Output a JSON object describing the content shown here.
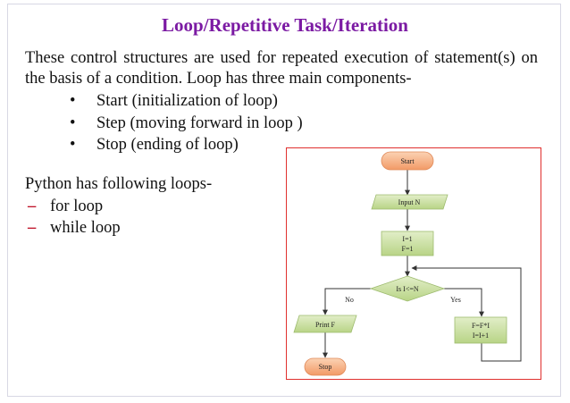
{
  "slide": {
    "title": "Loop/Repetitive Task/Iteration",
    "intro": "These control structures are used for repeated execution of statement(s) on the basis of a condition. Loop has three main components-",
    "components": [
      "Start (initialization of loop)",
      "Step (moving forward in loop )",
      "Stop (ending of loop)"
    ],
    "python_intro": "Python has following loops-",
    "loops": [
      "for loop",
      "while loop"
    ]
  },
  "flowchart": {
    "start": "Start",
    "input": "Input N",
    "init_line1": "I=1",
    "init_line2": "F=1",
    "condition": "Is I<=N",
    "no_label": "No",
    "yes_label": "Yes",
    "print": "Print F",
    "update_line1": "F=F*I",
    "update_line2": "I=I+1",
    "stop": "Stop"
  },
  "colors": {
    "title": "#7b1aa3",
    "dash": "#c0142a",
    "flow_border": "#e0302e",
    "terminal_fill": "#f5b086",
    "process_fill": "#c6dc9c"
  }
}
